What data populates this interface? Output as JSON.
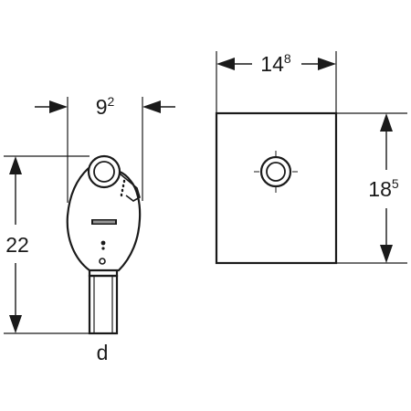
{
  "dimensions": {
    "side_width": {
      "main": "9",
      "sup": "2"
    },
    "side_height": {
      "main": "22"
    },
    "outlet_label": {
      "main": "d"
    },
    "plate_width": {
      "main": "14",
      "sup": "8"
    },
    "plate_height": {
      "main": "18",
      "sup": "5"
    }
  },
  "colors": {
    "line": "#1a1a1a",
    "background": "#ffffff"
  }
}
